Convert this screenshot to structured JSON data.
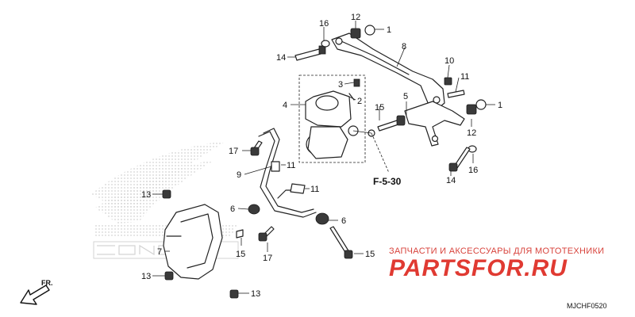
{
  "diagram": {
    "reference": "F-5-30",
    "direction_label": "FR.",
    "code": "MJCHF0520",
    "watermark": {
      "headline": "ЗАПЧАСТИ И АКСЕССУАРЫ ДЛЯ МОТОТЕХНИКИ",
      "brand": "PARTSFOR.RU"
    },
    "callouts": [
      "1",
      "1",
      "2",
      "3",
      "4",
      "5",
      "6",
      "6",
      "7",
      "8",
      "9",
      "10",
      "11",
      "11",
      "11",
      "12",
      "12",
      "13",
      "13",
      "13",
      "14",
      "14",
      "15",
      "15",
      "15",
      "16",
      "16",
      "17",
      "17"
    ]
  }
}
